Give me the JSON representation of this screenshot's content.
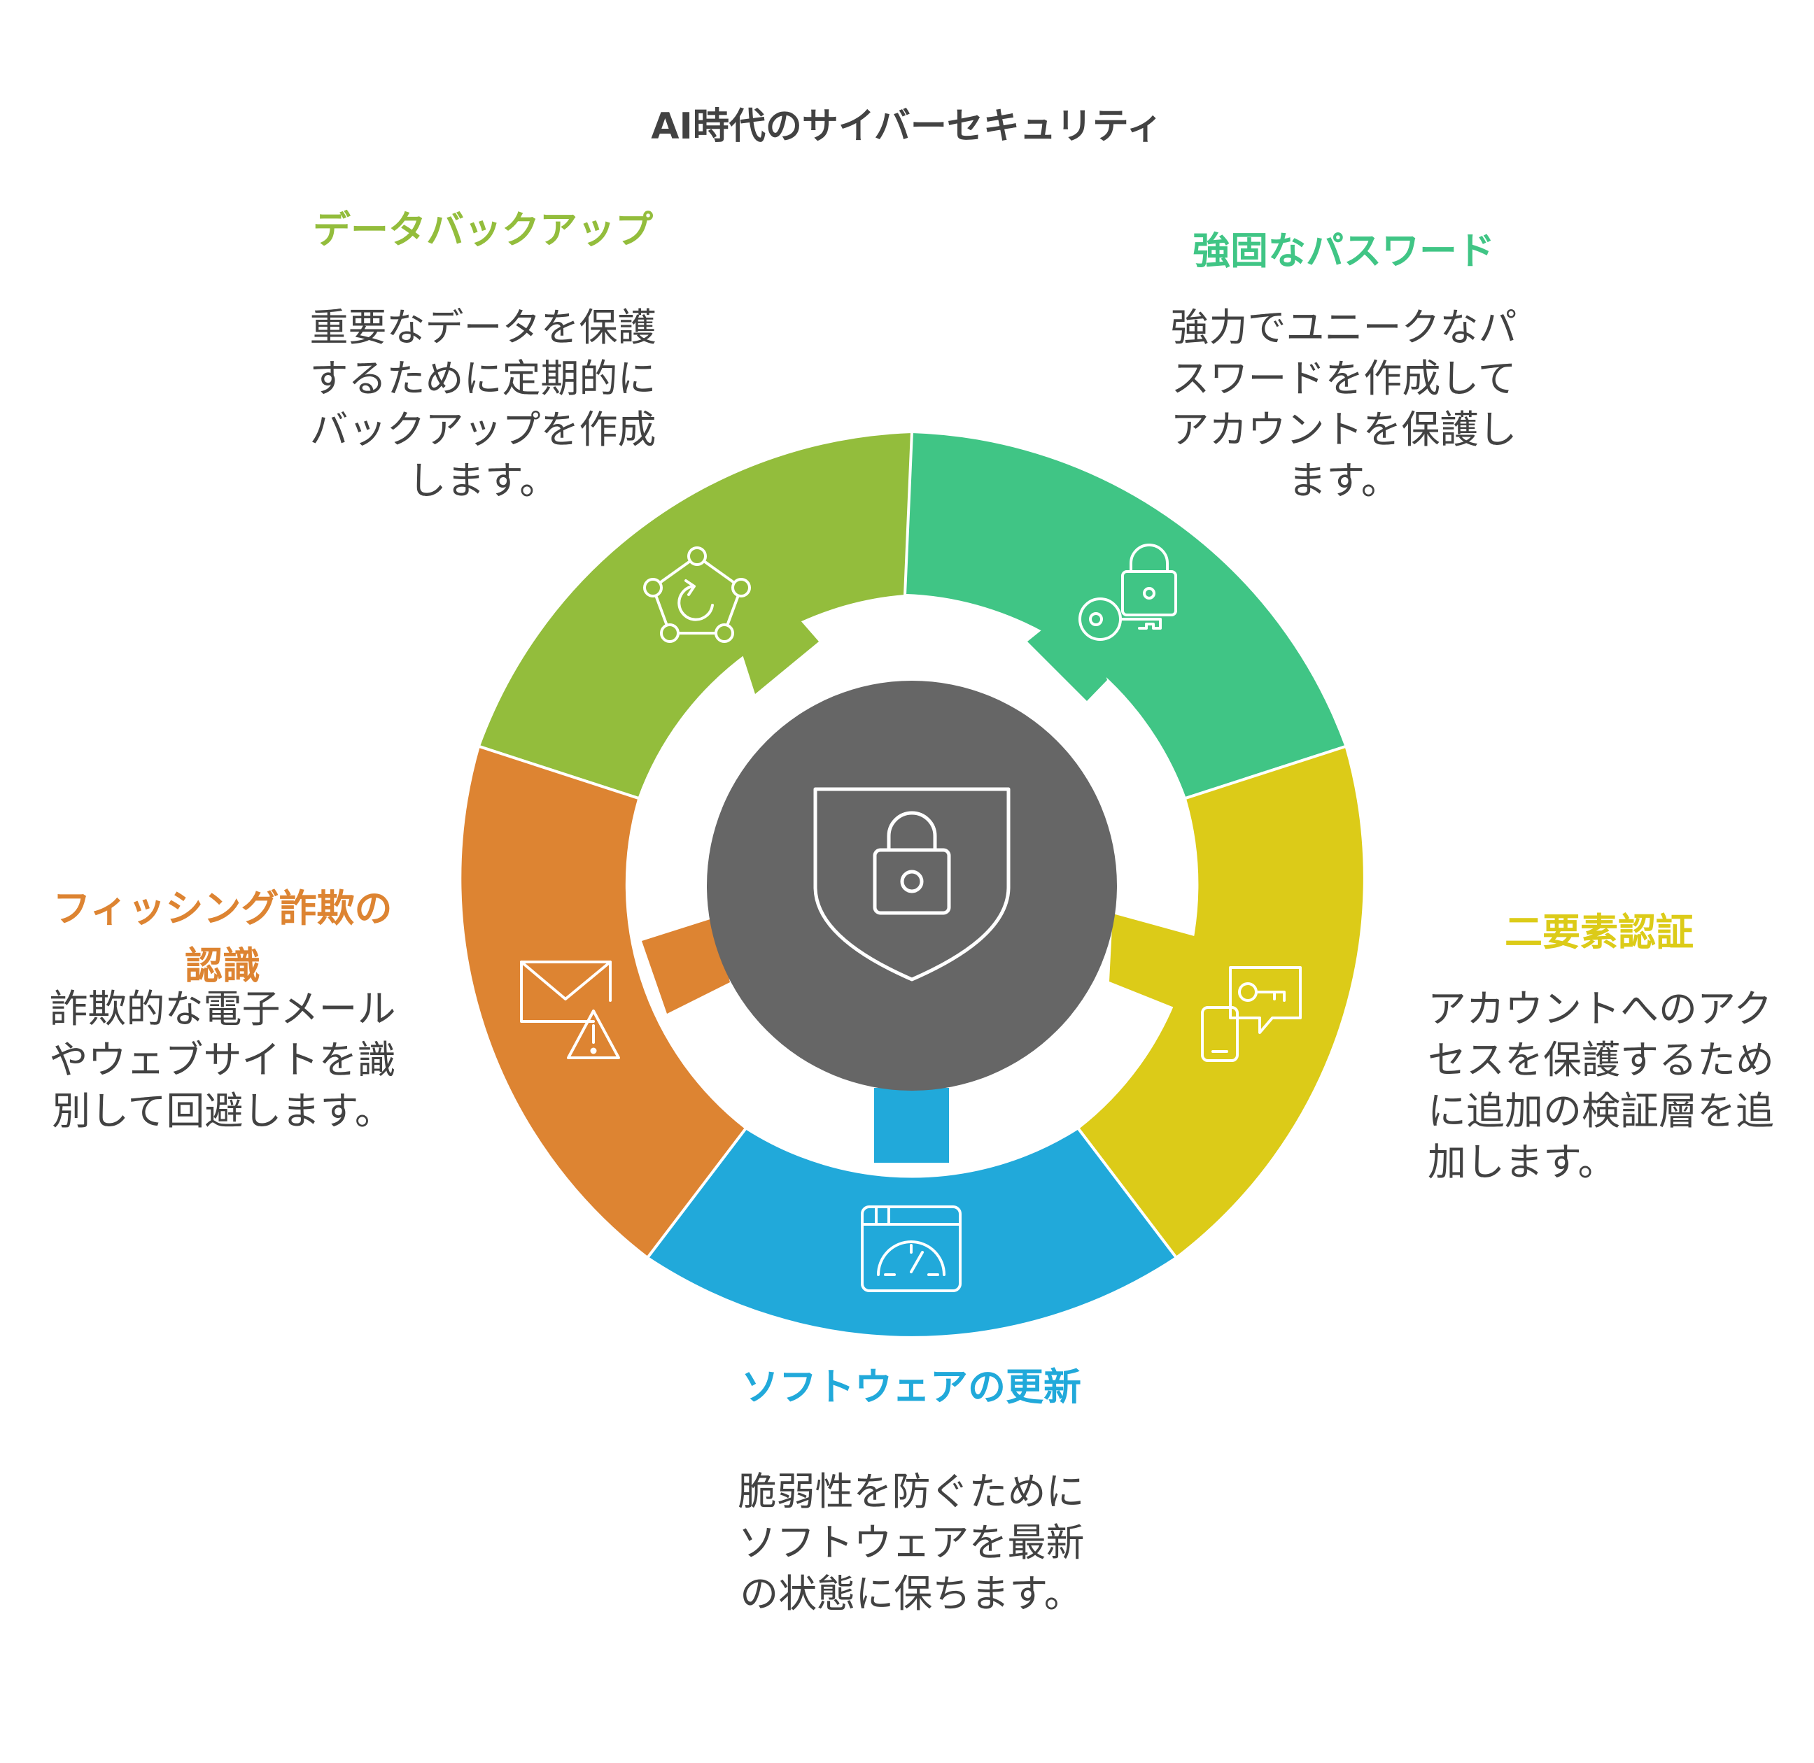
{
  "title": "AI時代のサイバーセキュリティ",
  "colors": {
    "green_light": "#93BD3C",
    "green": "#40C585",
    "yellow": "#DCCB18",
    "blue": "#21A9DA",
    "orange": "#DD8432",
    "hub": "#666666",
    "text": "#424242"
  },
  "hub": {
    "icon": "shield-lock-icon"
  },
  "segments": [
    {
      "id": "backup",
      "heading": "データバックアップ",
      "description": "重要なデータを保護するために定期的にバックアップを作成します。",
      "icon": "pentagon-restore-icon",
      "color": "#93BD3C"
    },
    {
      "id": "password",
      "heading": "強固なパスワード",
      "description": "強力でユニークなパスワードを作成してアカウントを保護します。",
      "icon": "key-lock-icon",
      "color": "#40C585"
    },
    {
      "id": "twofactor",
      "heading": "二要素認証",
      "description": "アカウントへのアクセスを保護するために追加の検証層を追加します。",
      "icon": "phone-key-message-icon",
      "color": "#DCCB18"
    },
    {
      "id": "update",
      "heading": "ソフトウェアの更新",
      "description": "脆弱性を防ぐためにソフトウェアを最新の状態に保ちます。",
      "icon": "browser-gauge-icon",
      "color": "#21A9DA"
    },
    {
      "id": "phishing",
      "heading": "フィッシング詐欺の認識",
      "description": "詐欺的な電子メールやウェブサイトを識別して回避します。",
      "icon": "mail-warning-icon",
      "color": "#DD8432"
    }
  ]
}
